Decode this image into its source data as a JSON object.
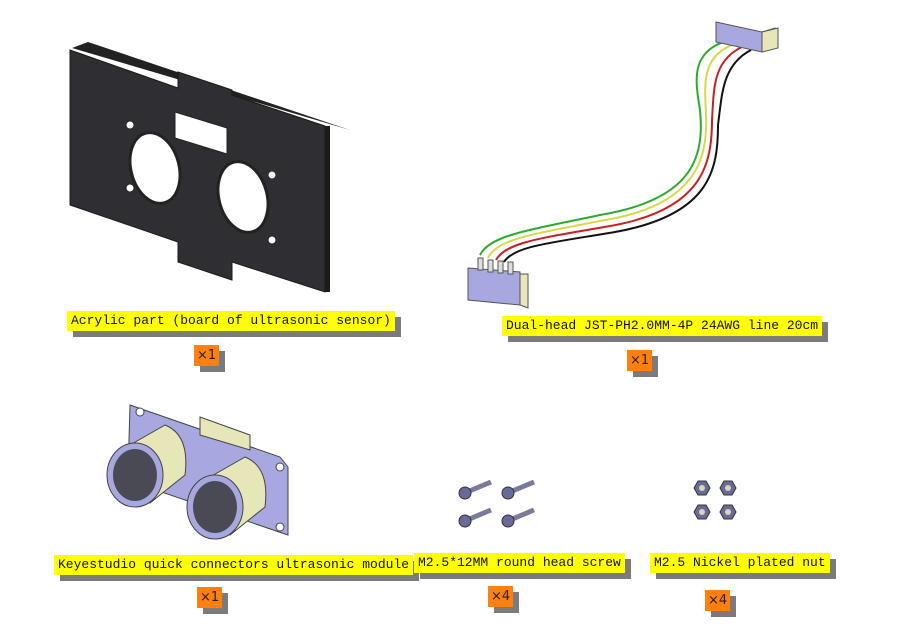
{
  "parts": [
    {
      "name": "Acrylic part (board of ultrasonic sensor)",
      "quantity": "×1",
      "image": "acrylic-board"
    },
    {
      "name": "Dual-head JST-PH2.0MM-4P 24AWG line 20cm",
      "quantity": "×1",
      "image": "jst-cable"
    },
    {
      "name": "Keyestudio quick connectors ultrasonic module",
      "quantity": "×1",
      "image": "ultrasonic-module"
    },
    {
      "name": "M2.5*12MM round head screw",
      "quantity": "×4",
      "image": "screws"
    },
    {
      "name": "M2.5 Nickel plated nut",
      "quantity": "×4",
      "image": "nuts"
    }
  ],
  "colors": {
    "label_bg": "#ffff00",
    "qty_bg": "#ff7f0f",
    "shadow": "#7b7b7b",
    "acrylic": "#2f2f33",
    "module_body": "#a8a8e0",
    "module_cylinder": "#e6e6b8",
    "wire_green": "#2faa2f",
    "wire_yellow": "#d8d84a",
    "wire_red": "#c82020",
    "wire_black": "#111111"
  }
}
